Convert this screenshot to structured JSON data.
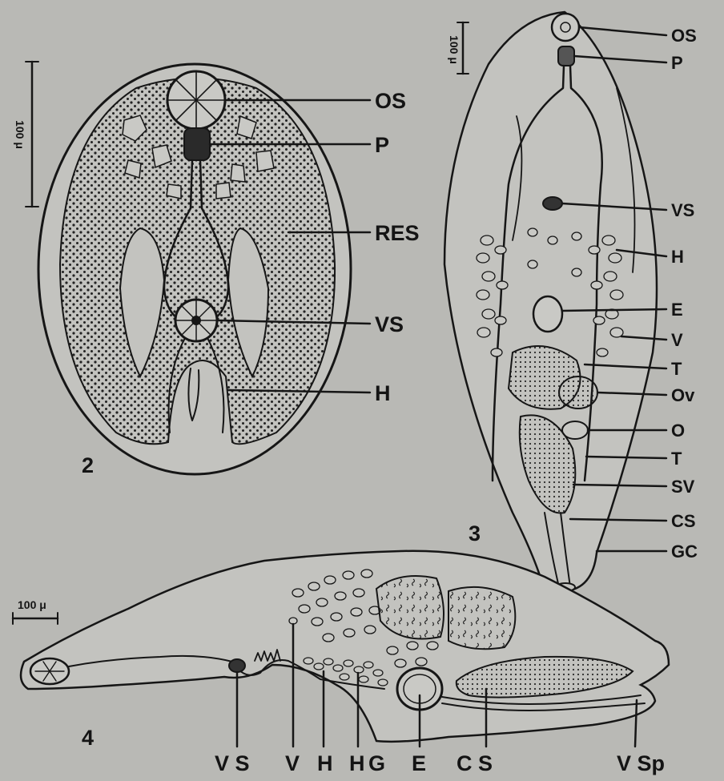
{
  "plate": {
    "background": "#b9b9b5",
    "ink": "#161616"
  },
  "figures": [
    {
      "number": "2",
      "scale_bar": "100 μ",
      "labels": [
        "OS",
        "P",
        "RES",
        "VS",
        "H"
      ]
    },
    {
      "number": "3",
      "scale_bar": "100 μ",
      "labels": [
        "OS",
        "P",
        "VS",
        "H",
        "E",
        "V",
        "T",
        "Ov",
        "O",
        "T",
        "SV",
        "CS",
        "GC"
      ]
    },
    {
      "number": "4",
      "scale_bar": "100 μ",
      "labels": [
        "V S",
        "V",
        "H",
        "H",
        "G",
        "E",
        "C S",
        "V Sp"
      ]
    }
  ]
}
